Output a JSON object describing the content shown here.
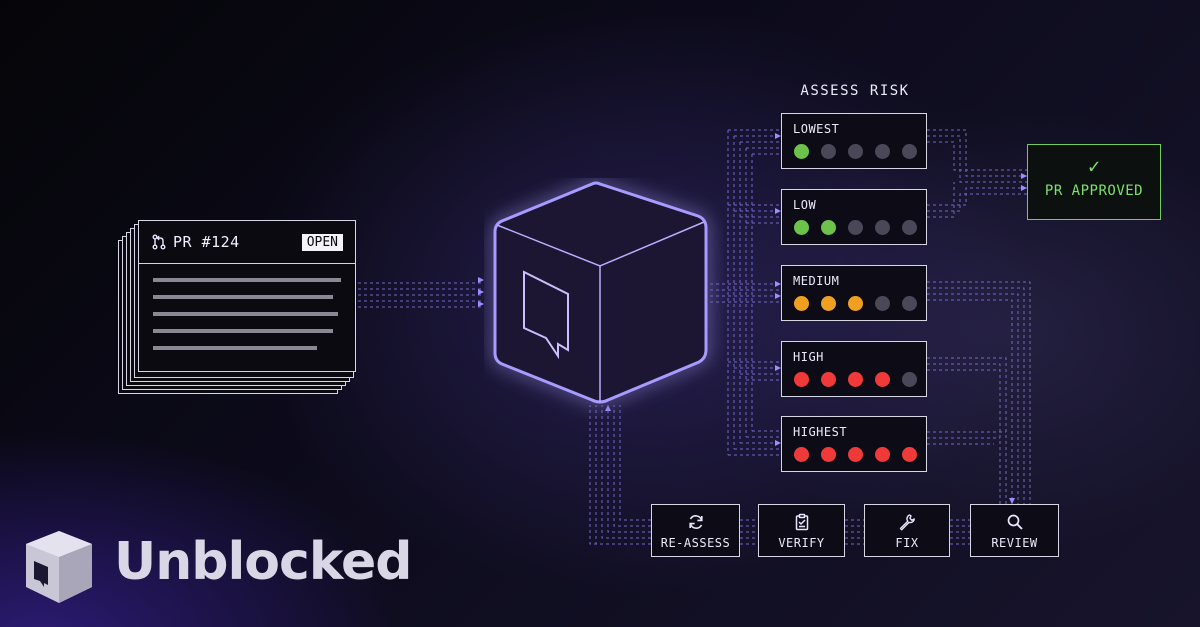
{
  "pr": {
    "title": "PR #124",
    "status": "OPEN",
    "icon": "branch-merge-icon"
  },
  "assess": {
    "title": "ASSESS RISK",
    "levels": [
      {
        "label": "LOWEST",
        "filled": 1,
        "color": "#6cc24a"
      },
      {
        "label": "LOW",
        "filled": 2,
        "color": "#6cc24a"
      },
      {
        "label": "MEDIUM",
        "filled": 3,
        "color": "#f0a020"
      },
      {
        "label": "HIGH",
        "filled": 4,
        "color": "#f03a3a"
      },
      {
        "label": "HIGHEST",
        "filled": 5,
        "color": "#f03a3a"
      }
    ],
    "dots_total": 5,
    "empty_color": "#4a4758"
  },
  "approved": {
    "check": "✓",
    "label": "PR APPROVED",
    "color": "#7ee06a"
  },
  "actions": [
    {
      "label": "RE-ASSESS",
      "icon": "refresh-icon"
    },
    {
      "label": "VERIFY",
      "icon": "clipboard-check-icon"
    },
    {
      "label": "FIX",
      "icon": "wrench-icon"
    },
    {
      "label": "REVIEW",
      "icon": "search-icon"
    }
  ],
  "brand": {
    "name": "Unblocked",
    "icon": "unblocked-logo-icon"
  },
  "colors": {
    "accent": "#8a7cff",
    "line": "#7d72d8",
    "background": "#0b0a14"
  }
}
